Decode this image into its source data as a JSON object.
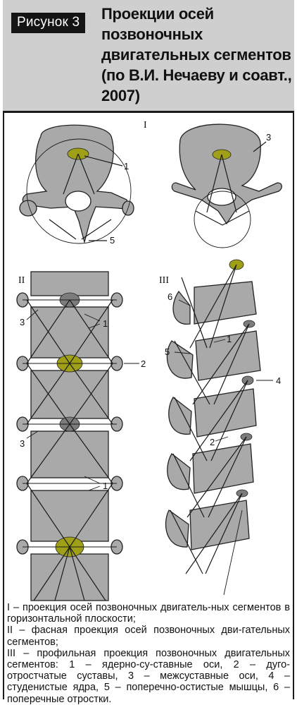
{
  "header": {
    "figure_label": "Рисунок 3",
    "title": "Проекции осей позвоночных двигательных сегментов (по В.И. Нечаеву и соавт., 2007)"
  },
  "figure": {
    "panel_labels": [
      "I",
      "II",
      "III"
    ],
    "callouts": {
      "p1_1": "1",
      "p1_5": "5",
      "p1_3": "3",
      "p2_3a": "3",
      "p2_1a": "1",
      "p2_2": "2",
      "p2_3b": "3",
      "p2_1b": "1",
      "p3_6": "6",
      "p3_1": "1",
      "p3_5": "5",
      "p3_4": "4",
      "p3_2": "2"
    },
    "colors": {
      "bone": "#a9a9a9",
      "nucleus": "#a0a018",
      "nucleus_gray": "#7c7c7c",
      "line": "#222222"
    }
  },
  "caption": {
    "lines": [
      "I – проекция осей позвоночных двигатель-ных сегментов в горизонтальной плоскости;",
      "II – фасная проекция осей позвоночных дви-гательных сегментов;",
      "III – профильная проекция позвоночных двигательных сегментов: 1 – ядерно-су-ставные оси, 2 – дуго-отростчатые суставы, 3 – межсуставные оси, 4 – студенистые ядра, 5 – поперечно-остистые мышцы, 6 – поперечные отростки."
    ]
  }
}
